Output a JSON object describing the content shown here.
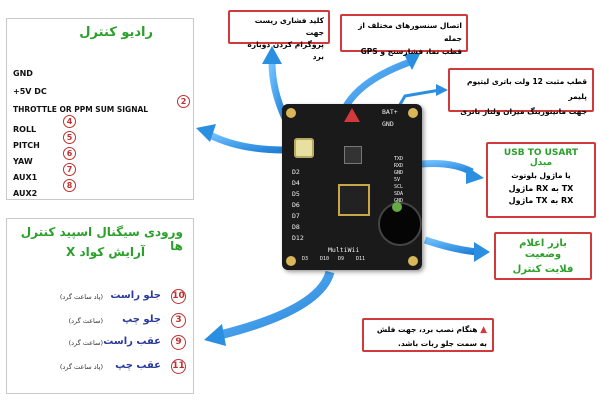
{
  "radio": {
    "title": "رادیو کنترل",
    "pins": [
      {
        "label": "GND",
        "num": ""
      },
      {
        "label": "+5V DC",
        "num": ""
      },
      {
        "label": "THROTTLE OR PPM SUM SIGNAL",
        "num": "2"
      },
      {
        "label": "ROLL",
        "num": "4"
      },
      {
        "label": "PITCH",
        "num": "5"
      },
      {
        "label": "YAW",
        "num": "6"
      },
      {
        "label": "AUX1",
        "num": "7"
      },
      {
        "label": "AUX2",
        "num": "8"
      }
    ]
  },
  "esc": {
    "title": "ورودی سیگنال اسپید کنترل ها",
    "subtitle": "آرایش کواد",
    "subtitle_x": "X",
    "motors": [
      {
        "label": "جلو راست",
        "note": "(پاد ساعت گرد)",
        "num": "10"
      },
      {
        "label": "جلو چپ",
        "note": "(ساعت گرد)",
        "num": "3"
      },
      {
        "label": "عقب راست",
        "note": "(ساعت گرد)",
        "num": "9"
      },
      {
        "label": "عقب چپ",
        "note": "(پاد ساعت گرد)",
        "num": "11"
      }
    ]
  },
  "callouts": {
    "reset": [
      "کلید فشاری ریست جهت",
      "پروگرام کردن دوباره برد"
    ],
    "sensors": [
      "اتصال سنسورهای مختلف از جمله",
      "قطب نما، فشارسنج و GPS"
    ],
    "battery": [
      "قطب مثبت 12 ولت باتری لیتیوم پلیمر",
      "جهت مانیتورینگ میزان ولتاژ باتری"
    ],
    "usart_title": "USB TO USART مبدل",
    "usart_sub": "یا ماژول بلوتوث",
    "usart_tx": "TX به RX ماژول",
    "usart_rx": "RX به TX ماژول",
    "buzzer": [
      "بازر اعلام وضعیت",
      "فلایت کنترل"
    ],
    "mount": [
      "هنگام نصب برد، جهت فلش",
      "به سمت جلو ربات باشد."
    ]
  },
  "board": {
    "name": "MultiWii",
    "left_labels": [
      "D2",
      "D4",
      "D5",
      "D6",
      "D7",
      "D8",
      "D12"
    ],
    "right_labels": [
      "TXD",
      "RXD",
      "GND",
      "5V",
      "SCL",
      "SDA",
      "GND"
    ],
    "top_labels": [
      "BAT+",
      "GND"
    ],
    "bottom_labels": [
      "D3",
      "D10",
      "D9",
      "D11"
    ]
  },
  "colors": {
    "accent_red": "#d03a3a",
    "arrow_blue": "#2a8fe0",
    "title_green": "#2aa02a",
    "board_black": "#1a1a1a"
  }
}
